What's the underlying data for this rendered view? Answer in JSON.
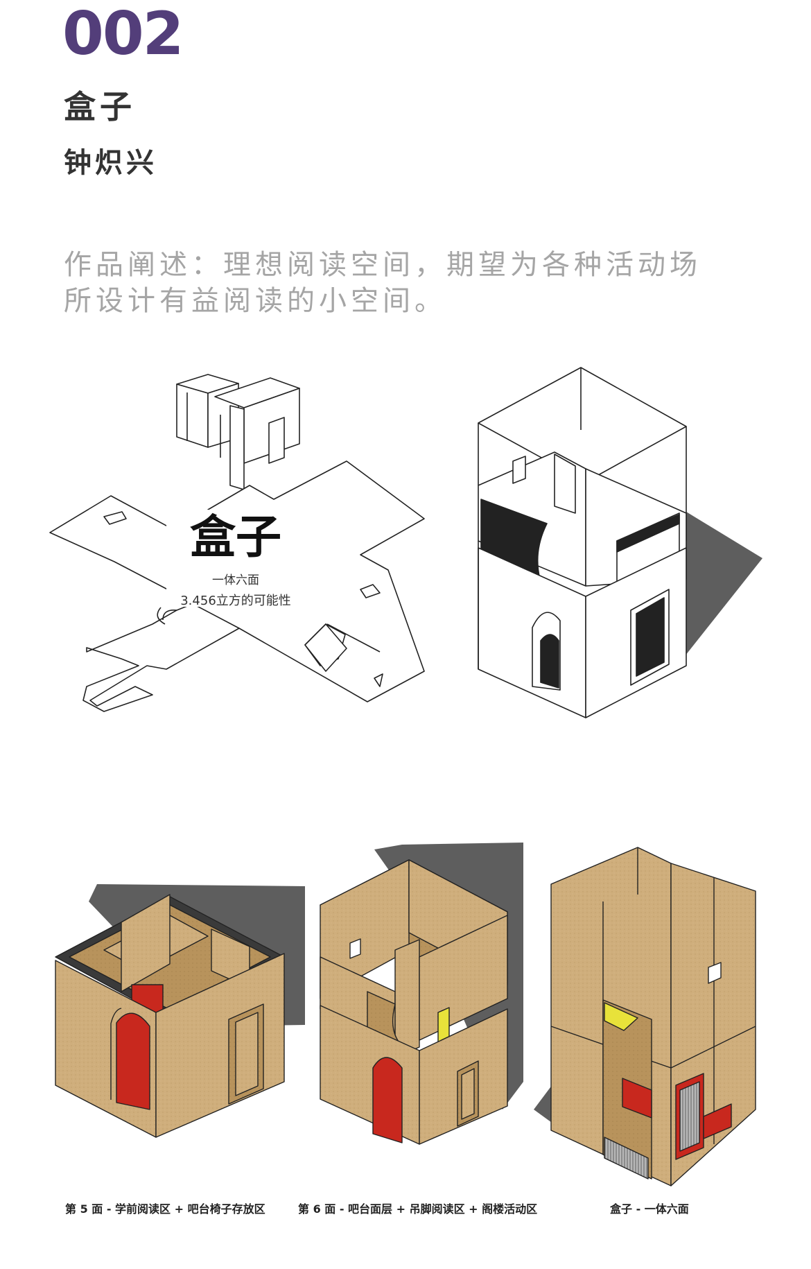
{
  "header": {
    "number": "002",
    "title": "盒子",
    "author": "钟炽兴"
  },
  "description": {
    "line1": "作品阐述：理想阅读空间，期望为各种活动场",
    "line2": "所设计有益阅读的小空间。"
  },
  "diagram": {
    "title": "盒子",
    "subtitle": "一体六面",
    "caption": "3.456立方的可能性"
  },
  "captions": {
    "left": "第 5 面 - 学前阅读区 + 吧台椅子存放区",
    "middle": "第 6 面 - 吧台面层 + 吊脚阅读区 + 阁楼活动区",
    "right": "盒子 - 一体六面"
  },
  "colors": {
    "accent": "#533e7a",
    "cardboard": "#cfae7c",
    "red": "#c8281e",
    "yellow": "#e8e23a",
    "shadow": "#5e5e5e"
  }
}
